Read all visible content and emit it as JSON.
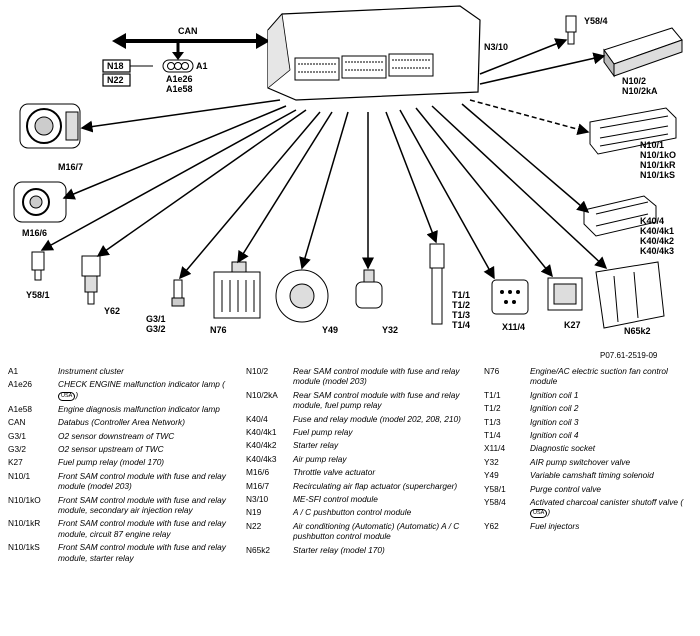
{
  "diagram": {
    "bus_label": "CAN",
    "labels": {
      "n18": "N18",
      "n22": "N22",
      "a1": "A1",
      "a1e26": "A1e26",
      "a1e58": "A1e58",
      "n3_10": "N3/10",
      "y58_4": "Y58/4",
      "n10_2": "N10/2",
      "n10_2ka": "N10/2kA",
      "n10_1": "N10/1",
      "n10_1ko": "N10/1kO",
      "n10_1kr": "N10/1kR",
      "n10_1ks": "N10/1kS",
      "k40_4": "K40/4",
      "k40_4k1": "K40/4k1",
      "k40_4k2": "K40/4k2",
      "k40_4k3": "K40/4k3",
      "m16_7": "M16/7",
      "m16_6": "M16/6",
      "y58_1": "Y58/1",
      "y62": "Y62",
      "g3_1": "G3/1",
      "g3_2": "G3/2",
      "n76": "N76",
      "y49": "Y49",
      "y32": "Y32",
      "t1_1": "T1/1",
      "t1_2": "T1/2",
      "t1_3": "T1/3",
      "t1_4": "T1/4",
      "x11_4": "X11/4",
      "k27": "K27",
      "n65k2": "N65k2"
    },
    "figure_id": "P07.61-2519-09"
  },
  "legend": {
    "usa_badge": "USA",
    "col1": [
      {
        "code": "A1",
        "desc": "Instrument cluster"
      },
      {
        "code": "A1e26",
        "desc": "CHECK ENGINE malfunction indicator lamp (",
        "usa": true
      },
      {
        "code": "A1e58",
        "desc": "Engine diagnosis malfunction indicator lamp"
      },
      {
        "code": "CAN",
        "desc": "Databus (Controller Area Network)"
      },
      {
        "code": "G3/1",
        "desc": "O2 sensor downstream of TWC"
      },
      {
        "code": "G3/2",
        "desc": "O2 sensor upstream of TWC"
      },
      {
        "code": "K27",
        "desc": "Fuel pump relay (model 170)"
      },
      {
        "code": "N10/1",
        "desc": "Front SAM control module with fuse and relay module (model 203)"
      },
      {
        "code": "N10/1kO",
        "desc": "Front SAM control module with fuse and relay module, secondary air injection relay"
      },
      {
        "code": "N10/1kR",
        "desc": "Front SAM control module with fuse and relay module, circuit 87 engine relay"
      },
      {
        "code": "N10/1kS",
        "desc": "Front SAM control module with fuse and relay module, starter relay"
      }
    ],
    "col2": [
      {
        "code": "N10/2",
        "desc": "Rear SAM control module with fuse and relay module (model 203)"
      },
      {
        "code": "N10/2kA",
        "desc": "Rear SAM control module with fuse and relay module, fuel pump relay"
      },
      {
        "code": "K40/4",
        "desc": "Fuse and relay module (model 202, 208, 210)"
      },
      {
        "code": "K40/4k1",
        "desc": "Fuel pump relay"
      },
      {
        "code": "K40/4k2",
        "desc": "Starter relay"
      },
      {
        "code": "K40/4k3",
        "desc": "Air pump relay"
      },
      {
        "code": "M16/6",
        "desc": "Throttle valve actuator"
      },
      {
        "code": "M16/7",
        "desc": "Recirculating air flap actuator (supercharger)"
      },
      {
        "code": "N3/10",
        "desc": "ME-SFI control module"
      },
      {
        "code": "N19",
        "desc": "A / C pushbutton control module"
      },
      {
        "code": "N22",
        "desc": "Air conditioning (Automatic) (Automatic) A / C pushbutton control module"
      },
      {
        "code": "N65k2",
        "desc": "Starter relay (model 170)"
      }
    ],
    "col3": [
      {
        "code": "N76",
        "desc": "Engine/AC electric suction fan control module"
      },
      {
        "code": "T1/1",
        "desc": "Ignition coil 1"
      },
      {
        "code": "T1/2",
        "desc": "Ignition coil 2"
      },
      {
        "code": "T1/3",
        "desc": "Ignition coil 3"
      },
      {
        "code": "T1/4",
        "desc": "Ignition coil 4"
      },
      {
        "code": "X11/4",
        "desc": "Diagnostic socket"
      },
      {
        "code": "Y32",
        "desc": "AIR pump switchover valve"
      },
      {
        "code": "Y49",
        "desc": "Variable camshaft timing solenoid"
      },
      {
        "code": "Y58/1",
        "desc": "Purge control valve"
      },
      {
        "code": "Y58/4",
        "desc": "Activated charcoal canister shutoff valve (",
        "usa": true
      },
      {
        "code": "Y62",
        "desc": "Fuel injectors"
      }
    ]
  }
}
